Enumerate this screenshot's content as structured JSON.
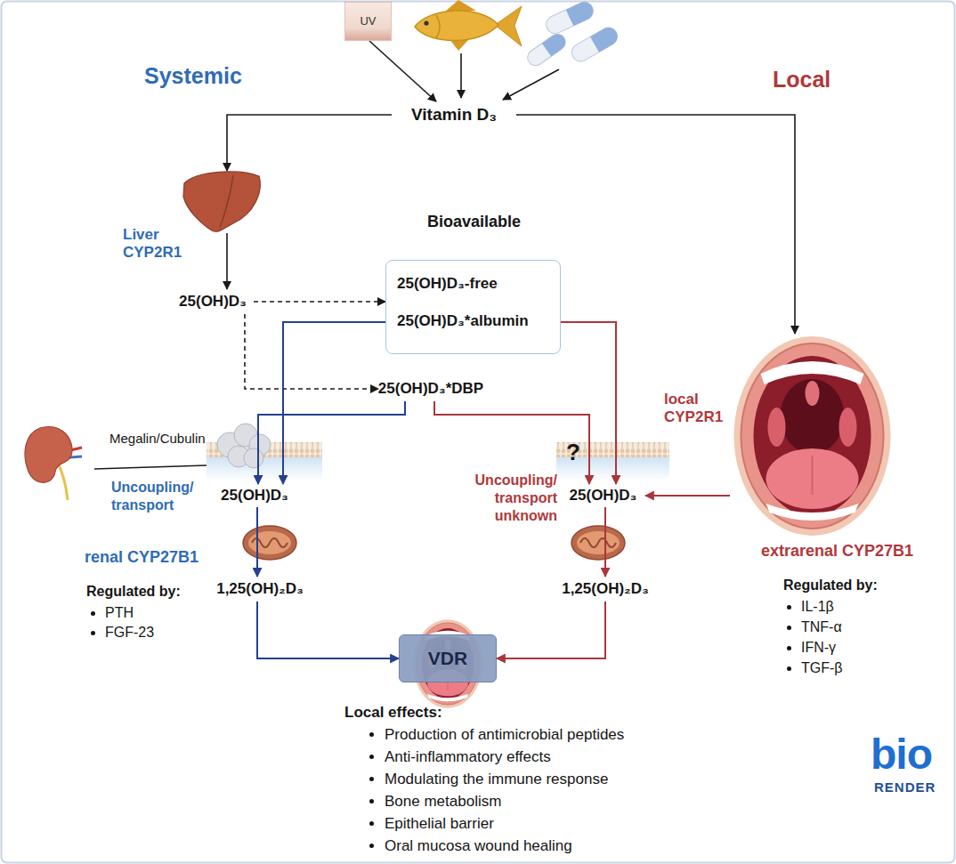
{
  "diagram": {
    "nodes": [
      {
        "text": [
          "UV"
        ]
      },
      {
        "text": [
          "Vitamin D₃"
        ]
      },
      {
        "text": [
          "Liver CYP2R1"
        ]
      },
      {
        "text": [
          "25(OH)D₃"
        ]
      },
      {
        "text": [
          "Bioavailable",
          "25(OH)D₃-free",
          "25(OH)D₃*albumin"
        ]
      },
      {
        "text": [
          "25(OH)D₃*DBP"
        ]
      },
      {
        "text": [
          "local CYP2R1"
        ]
      },
      {
        "text": [
          "25(OH)D₃"
        ]
      },
      {
        "text": [
          "25(OH)D₃"
        ]
      },
      {
        "text": [
          "1,25(OH)₂D₃"
        ]
      },
      {
        "text": [
          "1,25(OH)₂D₃"
        ]
      },
      {
        "text": [
          "VDR"
        ]
      }
    ],
    "edges": [
      {
        "from": 0,
        "to": 1,
        "arrow": "to"
      },
      {
        "from": 1,
        "to": 2,
        "arrow": "to"
      },
      {
        "from": 1,
        "to": 6,
        "arrow": "to"
      },
      {
        "from": 2,
        "to": 3,
        "arrow": "to"
      },
      {
        "from": 3,
        "to": 4,
        "arrow": "to"
      },
      {
        "from": 3,
        "to": 5,
        "arrow": "to"
      },
      {
        "from": 4,
        "to": 7,
        "arrow": "to"
      },
      {
        "from": 5,
        "to": 7,
        "arrow": "to"
      },
      {
        "from": 4,
        "to": 8,
        "arrow": "to"
      },
      {
        "from": 5,
        "to": 8,
        "arrow": "to"
      },
      {
        "from": 6,
        "to": 8,
        "arrow": "to"
      },
      {
        "from": 7,
        "to": 9,
        "arrow": "to"
      },
      {
        "from": 8,
        "to": 10,
        "arrow": "to"
      },
      {
        "from": 9,
        "to": 11,
        "arrow": "to"
      },
      {
        "from": 10,
        "to": 11,
        "arrow": "to"
      }
    ],
    "labels": [
      "Systemic",
      "Local",
      "Megalin/Cubulin",
      "Uncoupling/ transport",
      "renal CYP27B1",
      "Regulated by:",
      "PTH",
      "FGF-23",
      "?",
      "Uncoupling/ transport unknown",
      "extrarenal CYP27B1",
      "Regulated by:",
      "IL-1β",
      "TNF-α",
      "IFN-γ",
      "TGF-β",
      "Local effects:",
      "Production of antimicrobial peptides",
      "Anti-inflammatory effects",
      "Modulating the immune response",
      "Bone metabolism",
      "Epithelial barrier",
      "Oral mucosa wound healing",
      "bio",
      "RENDER"
    ]
  }
}
